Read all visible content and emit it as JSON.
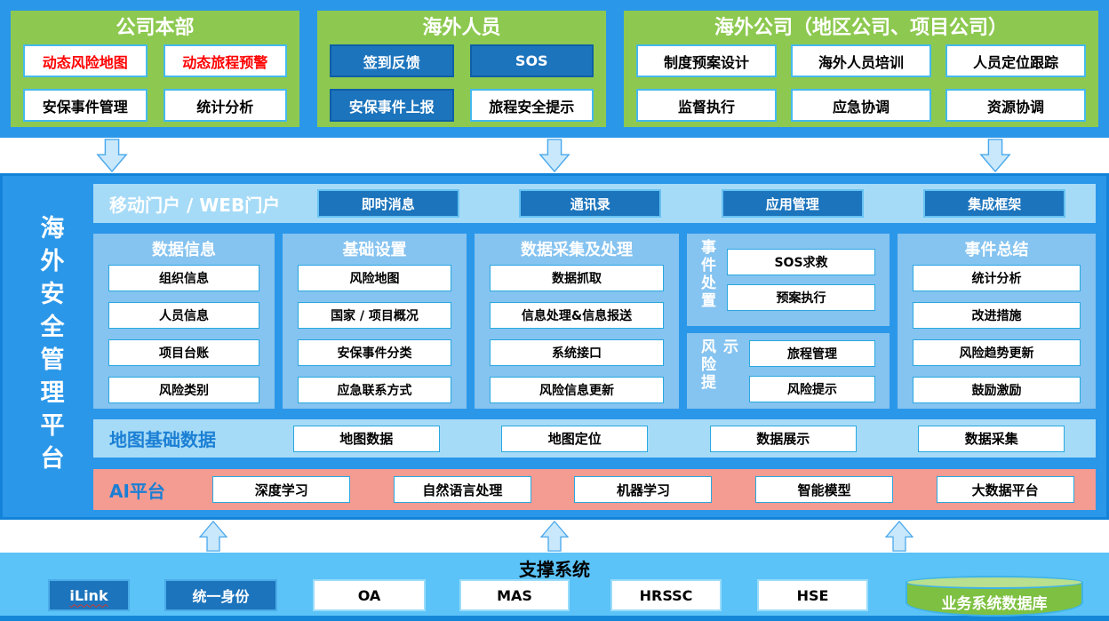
{
  "colors": {
    "frame_blue": "#2B97E9",
    "panel_green": "#8DC950",
    "dark_button_blue": "#1C74BC",
    "light_bar_blue": "#A6DBF7",
    "column_blue": "#85C3F0",
    "ai_bar_salmon": "#F49B92",
    "support_blue": "#5BC3F7",
    "alert_red": "#FF0000",
    "label_blue": "#1B7FD4",
    "db_green": "#7EC142"
  },
  "top": {
    "panels": [
      {
        "title": "公司本部",
        "items": [
          "动态风险地图",
          "动态旅程预警",
          "安保事件管理",
          "统计分析"
        ]
      },
      {
        "title": "海外人员",
        "items": [
          "签到反馈",
          "SOS",
          "安保事件上报",
          "旅程安全提示"
        ]
      },
      {
        "title": "海外公司（地区公司、项目公司）",
        "items": [
          "制度预案设计",
          "海外人员培训",
          "人员定位跟踪",
          "监督执行",
          "应急协调",
          "资源协调"
        ]
      }
    ]
  },
  "platform": {
    "side_title": "海外安全管理平台",
    "portal": {
      "label": "移动门户 / WEB门户",
      "items": [
        "即时消息",
        "通讯录",
        "应用管理",
        "集成框架"
      ]
    },
    "columns": [
      {
        "title": "数据信息",
        "items": [
          "组织信息",
          "人员信息",
          "项目台账",
          "风险类别"
        ]
      },
      {
        "title": "基础设置",
        "items": [
          "风险地图",
          "国家 / 项目概况",
          "安保事件分类",
          "应急联系方式"
        ]
      },
      {
        "title": "数据采集及处理",
        "items": [
          "数据抓取",
          "信息处理&信息报送",
          "系统接口",
          "风险信息更新"
        ]
      },
      {
        "title": "事件总结",
        "items": [
          "统计分析",
          "改进措施",
          "风险趋势更新",
          "鼓励激励"
        ]
      }
    ],
    "stacked": [
      {
        "title": "事件处置",
        "items": [
          "SOS求救",
          "预案执行"
        ]
      },
      {
        "title": "风险提示",
        "items": [
          "旅程管理",
          "风险提示"
        ]
      }
    ],
    "map_row": {
      "label": "地图基础数据",
      "items": [
        "地图数据",
        "地图定位",
        "数据展示",
        "数据采集"
      ]
    },
    "ai_row": {
      "label": "AI平台",
      "items": [
        "深度学习",
        "自然语言处理",
        "机器学习",
        "智能模型",
        "大数据平台"
      ]
    }
  },
  "support": {
    "title": "支撑系统",
    "items": [
      "iLink",
      "统一身份",
      "OA",
      "MAS",
      "HRSSC",
      "HSE"
    ],
    "database": "业务系统数据库"
  }
}
